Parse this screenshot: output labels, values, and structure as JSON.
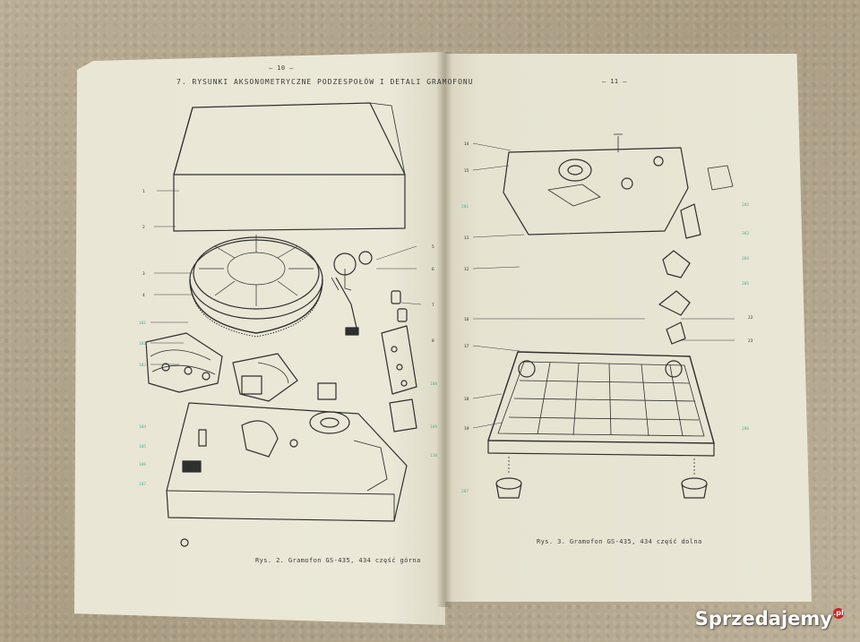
{
  "left_page": {
    "page_number": "— 10 —",
    "heading": "7. RYSUNKI AKSONOMETRYCZNE PODZESPOŁÓW I DETALI GRAMOFONU",
    "caption": "Rys. 2. Gramofon GS-435, 434 część górna"
  },
  "right_page": {
    "page_number": "— 11 —",
    "caption": "Rys. 3. Gramofon GS-435, 434 część dolna"
  },
  "watermark": {
    "brand": "Sprzedajemy",
    "suffix": ".pl"
  },
  "colors": {
    "carpet": "#b3a78e",
    "paper": "#e9e6d5",
    "ink": "#2f2f2f",
    "callout_green": "#4fb39a"
  }
}
